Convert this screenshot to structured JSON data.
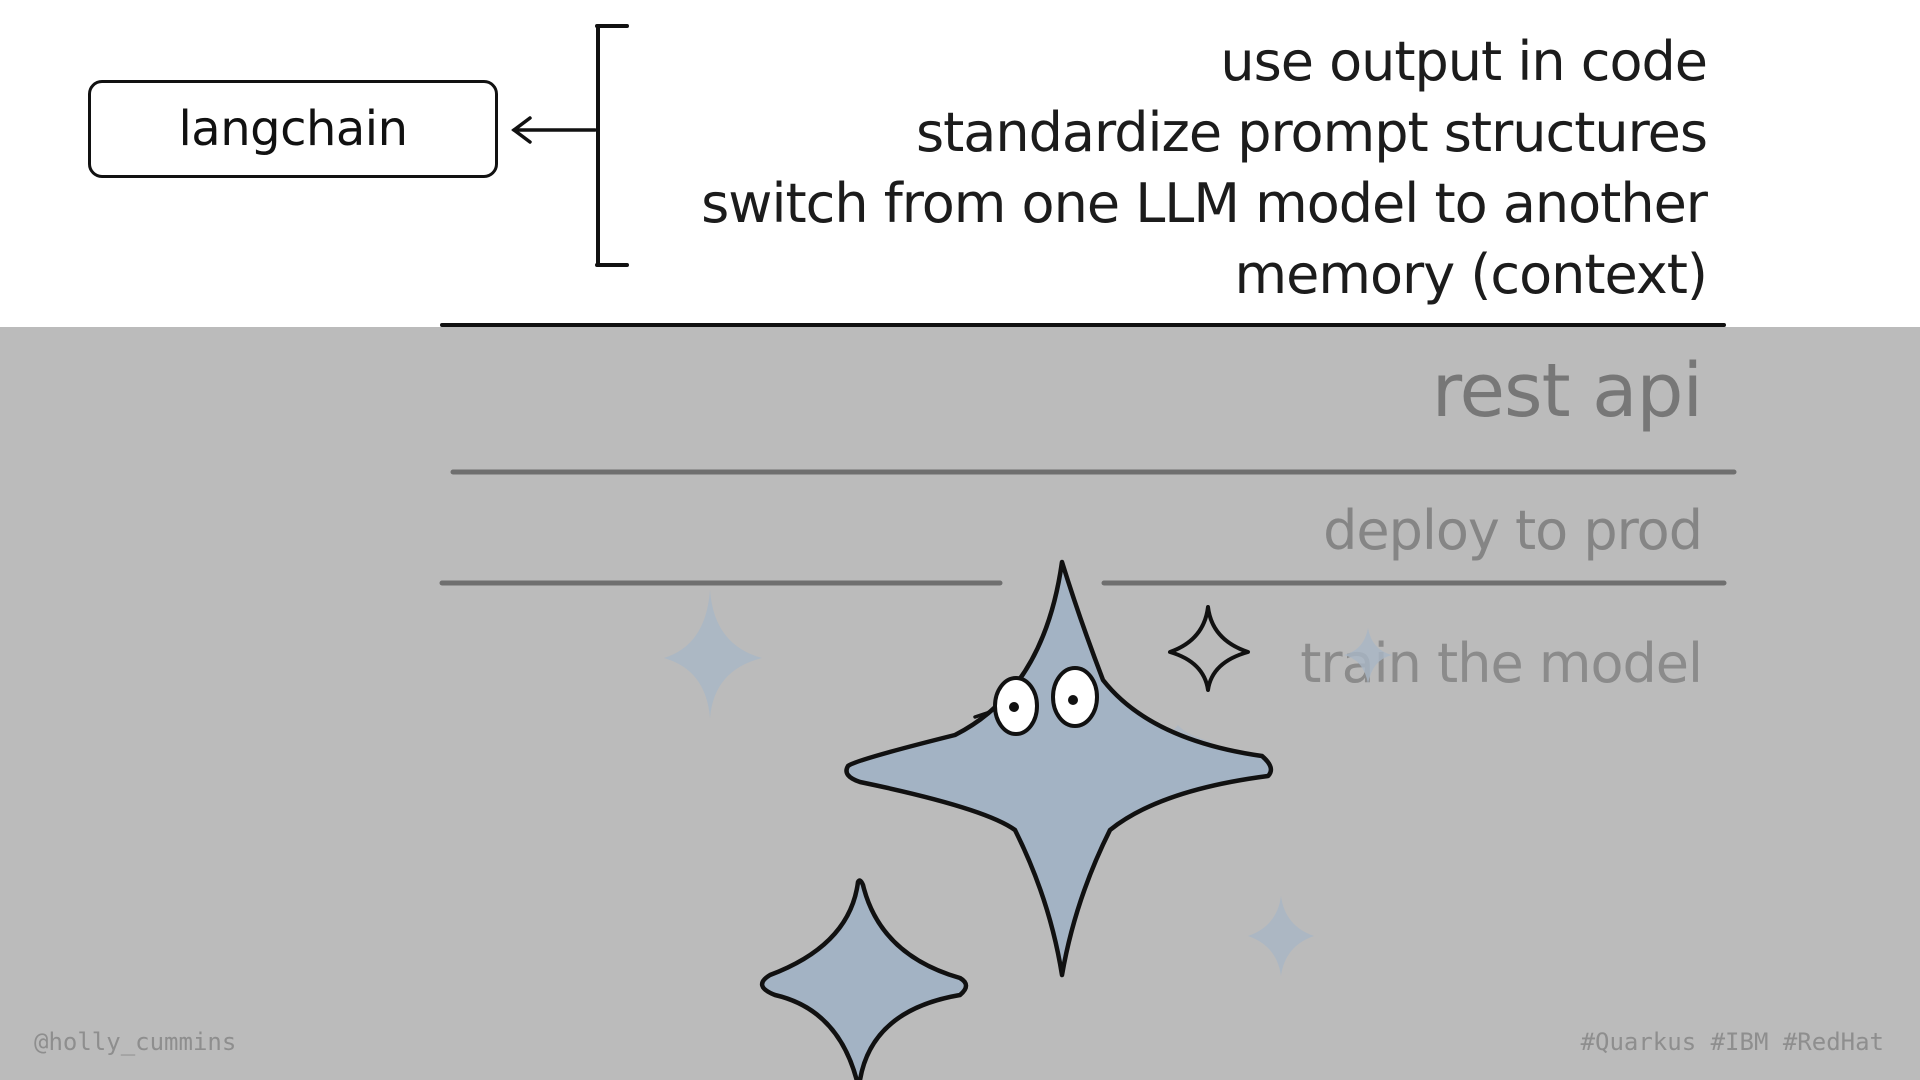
{
  "framework_box": {
    "label": "langchain"
  },
  "features": [
    "use output in code",
    "standardize prompt structures",
    "switch from one LLM model to another",
    "memory (context)"
  ],
  "layers": {
    "rest": "rest api",
    "deploy": "deploy to prod",
    "train": "train the model"
  },
  "footer": {
    "handle": "@holly_cummins",
    "hashtags": "#Quarkus #IBM #RedHat"
  },
  "colors": {
    "background_top": "#ffffff",
    "background_bottom": "#bbbbbb",
    "sparkle_fill": "#a3b3c4",
    "ink": "#111111"
  }
}
